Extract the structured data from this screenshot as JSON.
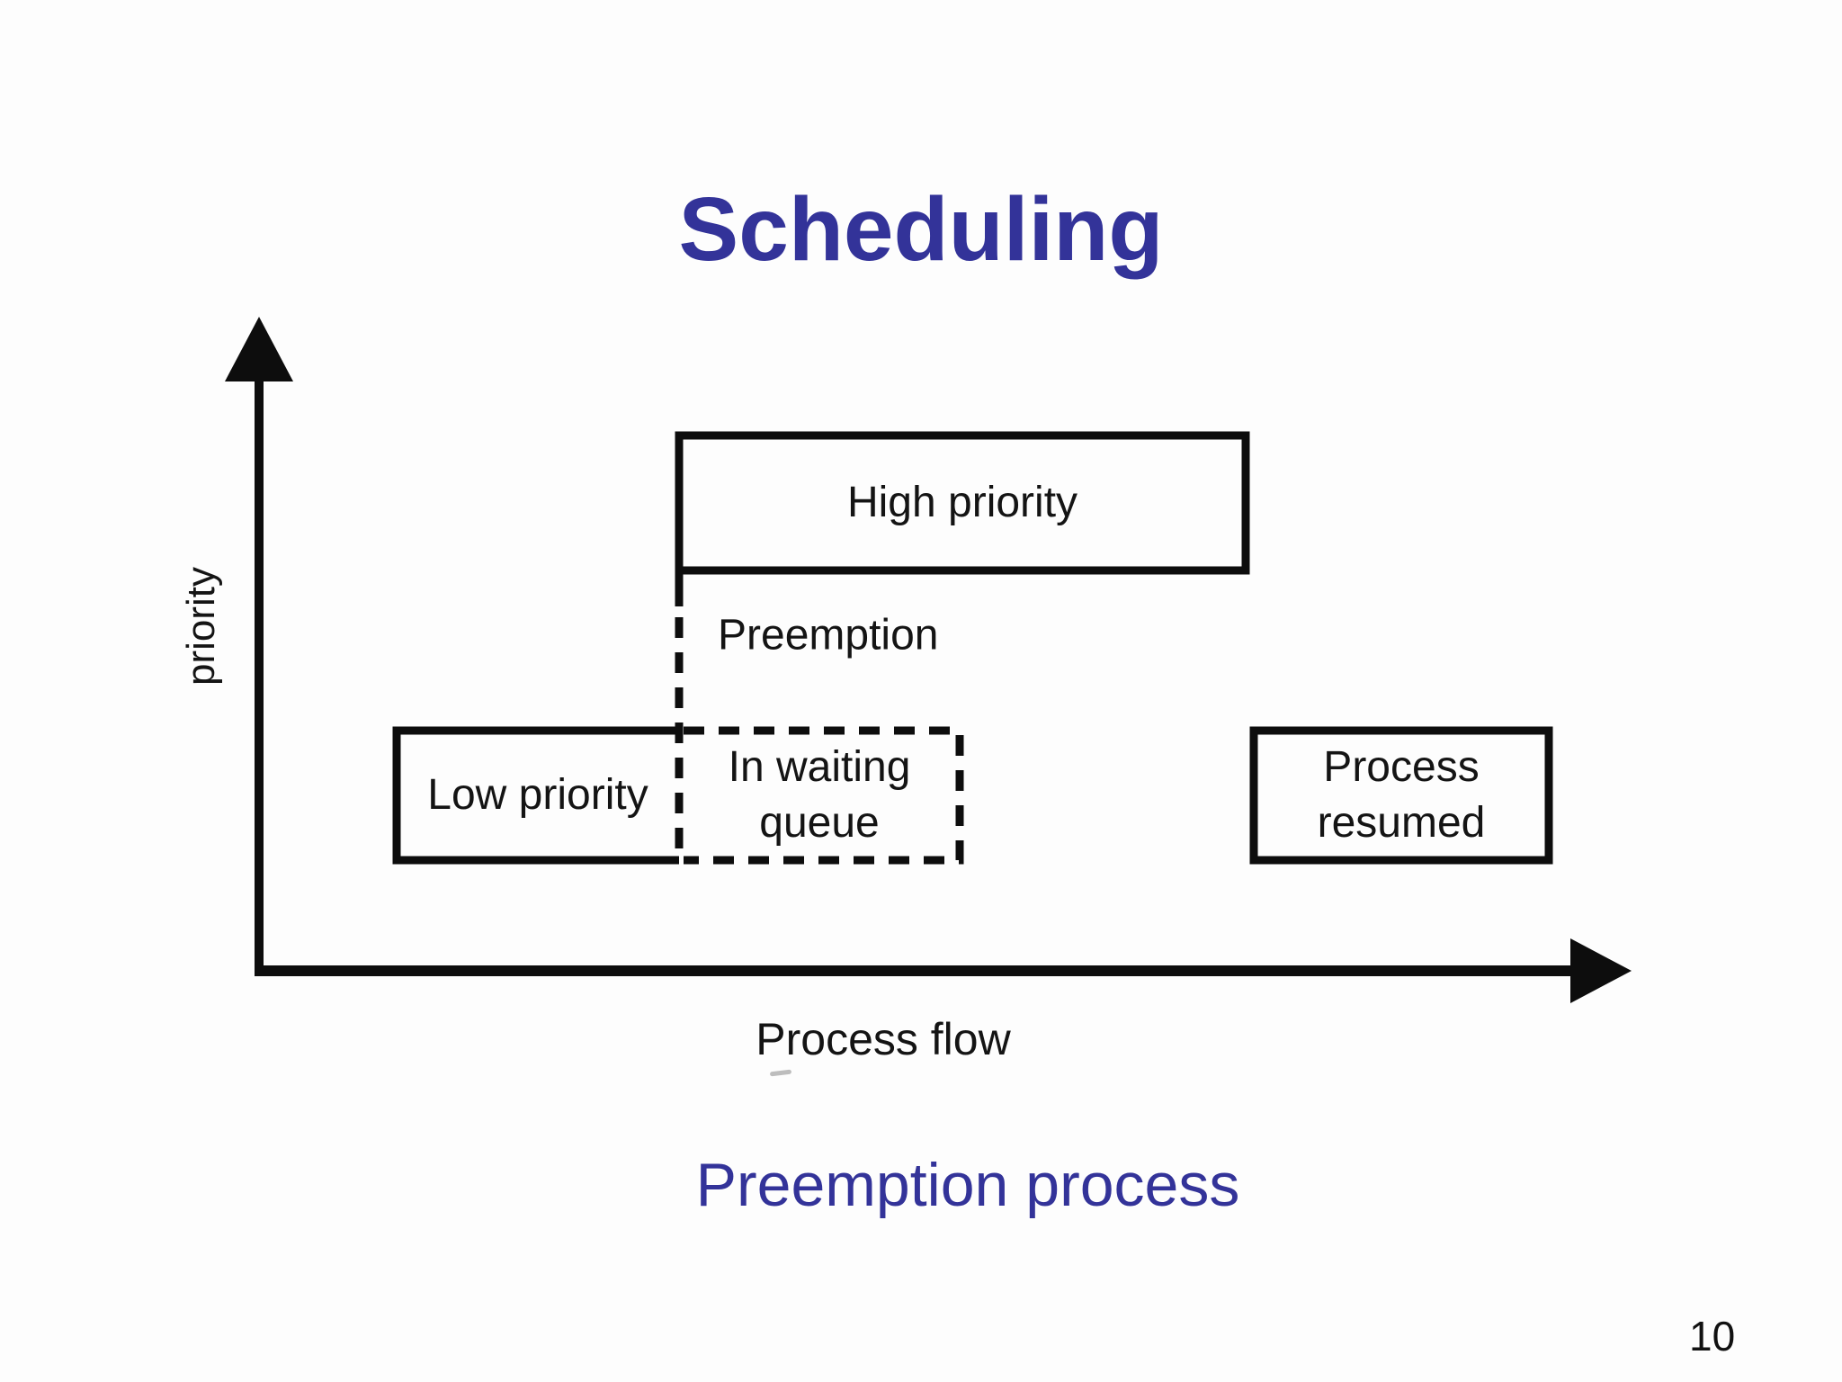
{
  "page": {
    "title": "Scheduling",
    "caption": "Preemption process",
    "page_number": "10",
    "colors": {
      "accent": "#333399",
      "ink": "#141414",
      "line": "#0d0d0d",
      "background": "#fdfdfd"
    }
  },
  "diagram": {
    "y_axis_label": "priority",
    "x_axis_label": "Process flow",
    "preemption_label": "Preemption",
    "boxes": {
      "high_priority": {
        "label": "High priority",
        "style": "solid"
      },
      "low_priority": {
        "label": "Low priority",
        "style": "solid"
      },
      "waiting_queue": {
        "label_line1": "In waiting",
        "label_line2": "queue",
        "style": "dashed"
      },
      "process_resumed": {
        "label_line1": "Process",
        "label_line2": "resumed",
        "style": "solid"
      }
    }
  }
}
